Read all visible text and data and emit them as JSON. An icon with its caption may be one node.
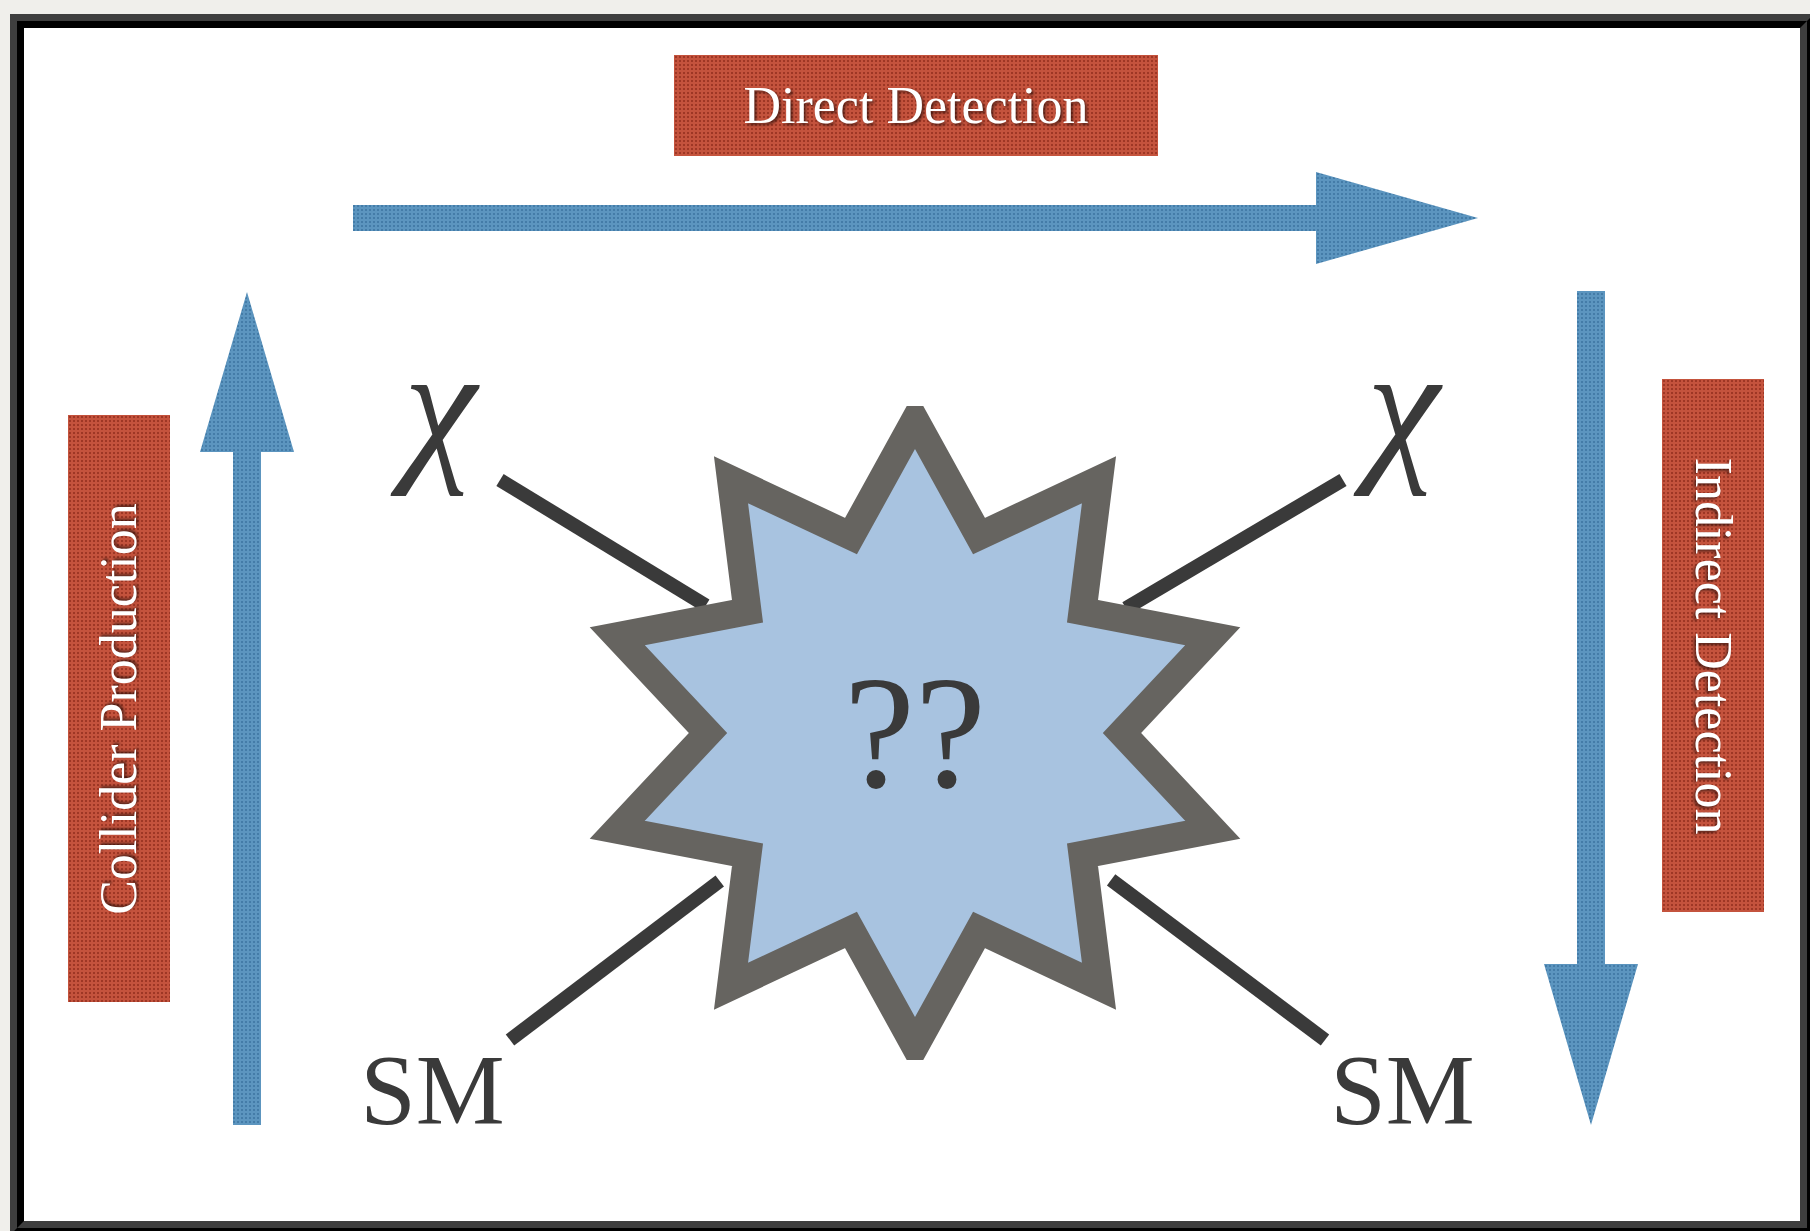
{
  "diagram": {
    "nodes": [
      {
        "text": [
          "Direct Detection"
        ]
      },
      {
        "text": [
          "Collider Production"
        ]
      },
      {
        "text": [
          "Indirect Detection"
        ]
      },
      {
        "text": [
          "χ"
        ]
      },
      {
        "text": [
          "χ"
        ]
      },
      {
        "text": [
          "??"
        ]
      },
      {
        "text": [
          "SM"
        ]
      },
      {
        "text": [
          "SM"
        ]
      }
    ],
    "edges": [
      {
        "from": 3,
        "to": 5,
        "arrow": "none"
      },
      {
        "from": 4,
        "to": 5,
        "arrow": "none"
      },
      {
        "from": 6,
        "to": 5,
        "arrow": "none"
      },
      {
        "from": 7,
        "to": 5,
        "arrow": "none"
      }
    ]
  }
}
